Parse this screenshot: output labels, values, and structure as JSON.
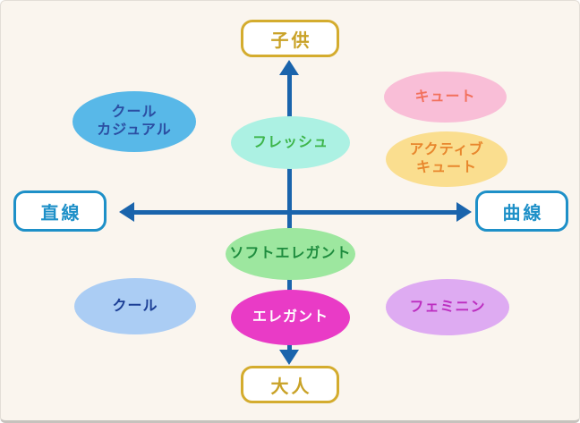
{
  "diagram": {
    "axes": {
      "top_label": "子供",
      "bottom_label": "大人",
      "left_label": "直線",
      "right_label": "曲線",
      "line_color": "#1A64AC",
      "vertical_box_accent": "#C9A227",
      "horizontal_box_accent": "#1E90C8"
    },
    "ellipses": [
      {
        "name": "cool-casual",
        "label": "クール\nカジュアル",
        "fill": "#58B8E8",
        "text_color": "#2B4EA2"
      },
      {
        "name": "fresh",
        "label": "フレッシュ",
        "fill": "#ACF1E3",
        "text_color": "#3DB54A"
      },
      {
        "name": "cute",
        "label": "キュート",
        "fill": "#F9BED7",
        "text_color": "#F2705C"
      },
      {
        "name": "active-cute",
        "label": "アクティブ\nキュート",
        "fill": "#FADE8F",
        "text_color": "#E8872D"
      },
      {
        "name": "soft-elegant",
        "label": "ソフトエレガント",
        "fill": "#9DE79F",
        "text_color": "#1E8C3E"
      },
      {
        "name": "elegant",
        "label": "エレガント",
        "fill": "#E93BC6",
        "text_color": "#FFFFFF"
      },
      {
        "name": "cool",
        "label": "クール",
        "fill": "#ABCDF4",
        "text_color": "#1C3F96"
      },
      {
        "name": "feminine",
        "label": "フェミニン",
        "fill": "#DEABF2",
        "text_color": "#BC2EC0"
      }
    ],
    "background_color": "#FAF5EE"
  }
}
